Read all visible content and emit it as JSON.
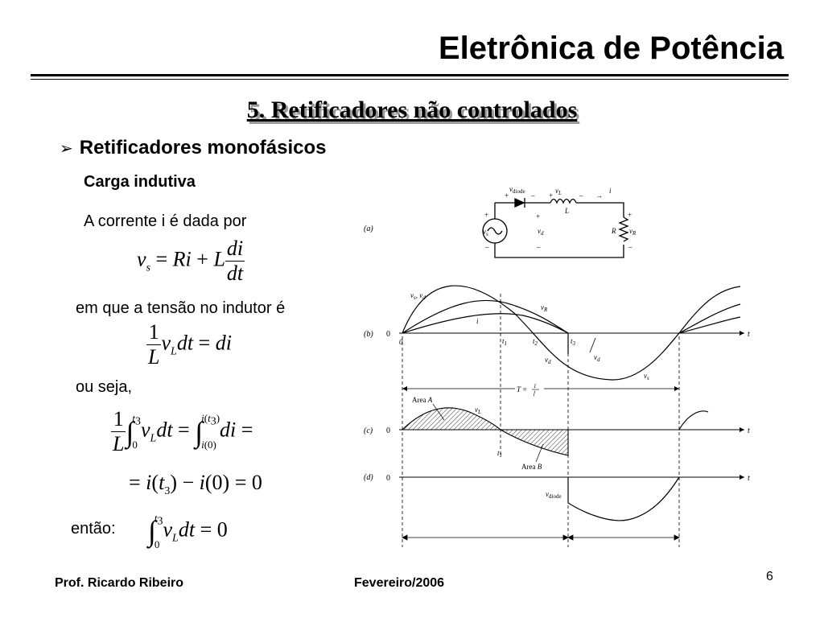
{
  "header": {
    "course_title": "Eletrônica de Potência"
  },
  "section": {
    "title": "5. Retificadores não controlados"
  },
  "content": {
    "bullet": "Retificadores monofásicos",
    "subheading": "Carga indutiva",
    "line_current": "A corrente i é dada por",
    "line_inductor": "em que a tensão no indutor é",
    "line_ou_seja": "ou seja,",
    "line_entao": "então:"
  },
  "figure": {
    "panel_labels": [
      "(a)",
      "(b)",
      "(c)",
      "(d)"
    ],
    "circuit_labels": {
      "vdiode": "v_diode",
      "vL": "v_L",
      "i": "i",
      "L": "L",
      "vs": "v_s",
      "vd": "v_d",
      "R": "R",
      "vR": "v_R"
    },
    "waveform_labels": {
      "vs_vd": "v_s, v_d",
      "vR": "v_R",
      "i": "i",
      "t1": "t_1",
      "t2": "t_2",
      "t3": "t_3",
      "vd": "v_d",
      "vs": "v_s",
      "period": "T = 1/f",
      "areaA": "Area A",
      "areaB": "Area B",
      "vL": "v_L",
      "vdiode": "v_diode",
      "zero": "0",
      "t": "t"
    }
  },
  "footer": {
    "author": "Prof. Ricardo Ribeiro",
    "date": "Fevereiro/2006",
    "page": "6"
  }
}
